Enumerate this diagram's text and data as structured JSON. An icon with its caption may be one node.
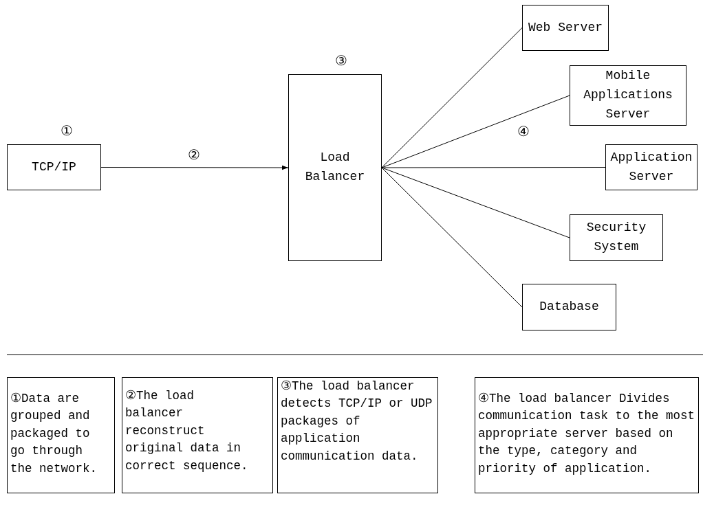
{
  "diagram": {
    "nodes": [
      {
        "text": [
          "TCP/IP"
        ],
        "beside": [
          "①"
        ]
      },
      {
        "text": [
          "Load Balancer"
        ],
        "beside": [
          "③"
        ]
      },
      {
        "text": [
          "Web Server"
        ]
      },
      {
        "text": [
          "Mobile Applications Server"
        ]
      },
      {
        "text": [
          "Application Server"
        ]
      },
      {
        "text": [
          "Security System"
        ]
      },
      {
        "text": [
          "Database"
        ]
      },
      {
        "text": [
          "①Data are grouped and packaged to go through the network."
        ]
      },
      {
        "text": [
          "②The load balancer reconstruct original data in correct sequence."
        ]
      },
      {
        "text": [
          "③The load balancer detects TCP/IP or UDP packages of application communication data."
        ]
      },
      {
        "text": [
          "④The load balancer Divides communication task to the most appropriate server based on the type, category and priority of application."
        ]
      }
    ],
    "edges": [
      {
        "from": 0,
        "to": 1,
        "arrow": "to",
        "label": "②"
      },
      {
        "from": 1,
        "to": 2,
        "arrow": "none"
      },
      {
        "from": 1,
        "to": 3,
        "arrow": "none"
      },
      {
        "from": 1,
        "to": 4,
        "arrow": "none"
      },
      {
        "from": 1,
        "to": 5,
        "arrow": "none"
      },
      {
        "from": 1,
        "to": 6,
        "arrow": "none"
      }
    ],
    "labels": [
      "④"
    ]
  }
}
